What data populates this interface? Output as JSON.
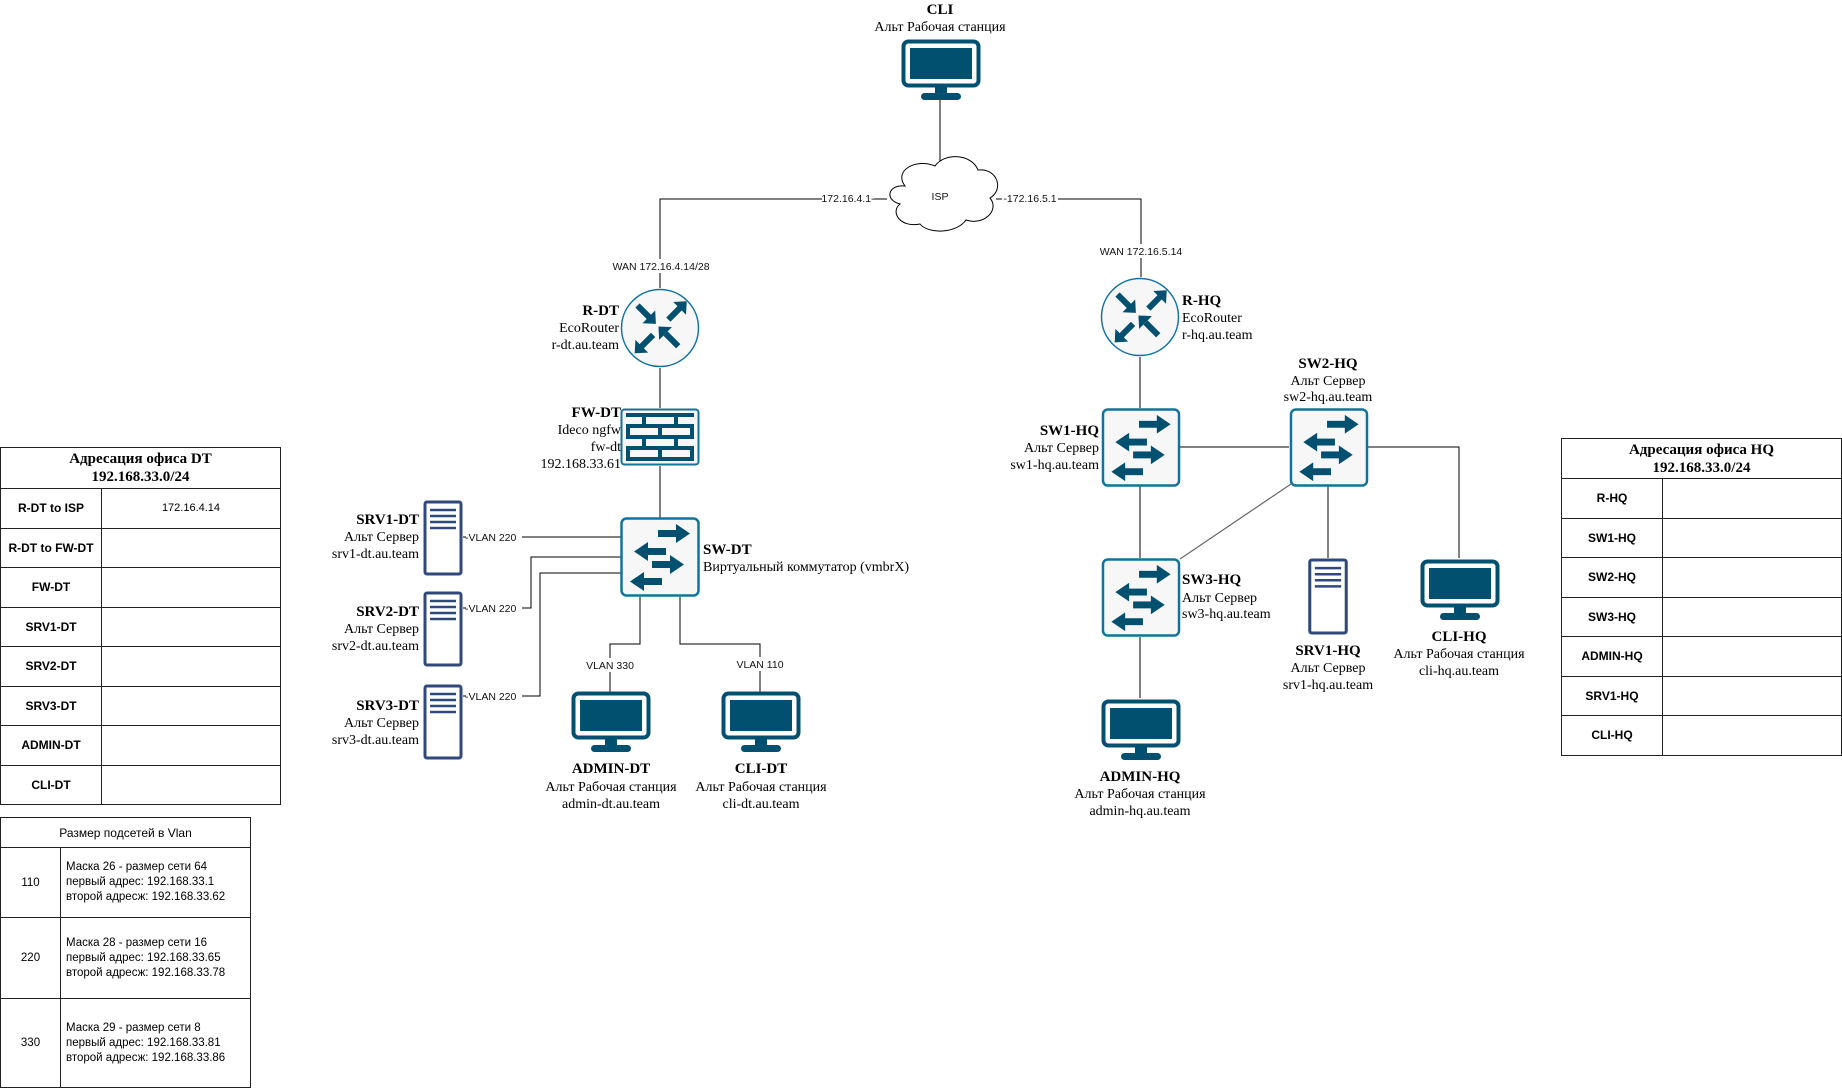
{
  "colors": {
    "icon_dark": "#02506f",
    "icon_stroke": "#10739e",
    "server": "#2f4a7a",
    "icon_fill": "#f7f7f7"
  },
  "nodes": {
    "cli": {
      "name": "CLI",
      "type": "Альт Рабочая станция"
    },
    "isp": {
      "name": "ISP"
    },
    "r_dt": {
      "name": "R-DT",
      "type": "EcoRouter",
      "host": "r-dt.au.team"
    },
    "r_hq": {
      "name": "R-HQ",
      "type": "EcoRouter",
      "host": "r-hq.au.team"
    },
    "fw_dt": {
      "name": "FW-DT",
      "type": "Ideco ngfw",
      "host": "fw-dt",
      "ip": "192.168.33.61"
    },
    "sw_dt": {
      "name": "SW-DT",
      "type": "Виртуальный коммутатор (vmbrX)"
    },
    "srv1_dt": {
      "name": "SRV1-DT",
      "type": "Альт Сервер",
      "host": "srv1-dt.au.team"
    },
    "srv2_dt": {
      "name": "SRV2-DT",
      "type": "Альт Сервер",
      "host": "srv2-dt.au.team"
    },
    "srv3_dt": {
      "name": "SRV3-DT",
      "type": "Альт Сервер",
      "host": "srv3-dt.au.team"
    },
    "admin_dt": {
      "name": "ADMIN-DT",
      "type": "Альт Рабочая станция",
      "host": "admin-dt.au.team"
    },
    "cli_dt": {
      "name": "CLI-DT",
      "type": "Альт Рабочая станция",
      "host": "cli-dt.au.team"
    },
    "sw1_hq": {
      "name": "SW1-HQ",
      "type": "Альт Сервер",
      "host": "sw1-hq.au.team"
    },
    "sw2_hq": {
      "name": "SW2-HQ",
      "type": "Альт Сервер",
      "host": "sw2-hq.au.team"
    },
    "sw3_hq": {
      "name": "SW3-HQ",
      "type": "Альт Сервер",
      "host": "sw3-hq.au.team"
    },
    "srv1_hq": {
      "name": "SRV1-HQ",
      "type": "Альт Сервер",
      "host": "srv1-hq.au.team"
    },
    "cli_hq": {
      "name": "CLI-HQ",
      "type": "Альт Рабочая станция",
      "host": "cli-hq.au.team"
    },
    "admin_hq": {
      "name": "ADMIN-HQ",
      "type": "Альт Рабочая станция",
      "host": "admin-hq.au.team"
    }
  },
  "links": {
    "isp_dt": "172.16.4.1-",
    "isp_hq": "-172.16.5.1",
    "wan_dt": "WAN 172.16.4.14/28",
    "wan_hq": "WAN 172.16.5.14",
    "srv1_vlan": "-VLAN 220",
    "srv2_vlan": "-VLAN 220",
    "srv3_vlan": "-VLAN 220",
    "admin_vlan": "VLAN 330",
    "cli_vlan": "VLAN 110"
  },
  "dt_table": {
    "title": "Адресация офиса DT",
    "subnet": "192.168.33.0/24",
    "rows": [
      {
        "key": "R-DT to ISP",
        "value": "172.16.4.14"
      },
      {
        "key": "R-DT to FW-DT",
        "value": ""
      },
      {
        "key": "FW-DT",
        "value": ""
      },
      {
        "key": "SRV1-DT",
        "value": ""
      },
      {
        "key": "SRV2-DT",
        "value": ""
      },
      {
        "key": "SRV3-DT",
        "value": ""
      },
      {
        "key": "ADMIN-DT",
        "value": ""
      },
      {
        "key": "CLI-DT",
        "value": ""
      }
    ]
  },
  "hq_table": {
    "title": "Адресация офиса HQ",
    "subnet": "192.168.33.0/24",
    "rows": [
      {
        "key": "R-HQ",
        "value": ""
      },
      {
        "key": "SW1-HQ",
        "value": ""
      },
      {
        "key": "SW2-HQ",
        "value": ""
      },
      {
        "key": "SW3-HQ",
        "value": ""
      },
      {
        "key": "ADMIN-HQ",
        "value": ""
      },
      {
        "key": "SRV1-HQ",
        "value": ""
      },
      {
        "key": "CLI-HQ",
        "value": ""
      }
    ]
  },
  "vlan_table": {
    "title": "Размер подсетей в Vlan",
    "rows": [
      {
        "vlan": "110",
        "l1": "Маска 26 - размер сети 64",
        "l2": "первый адрес: 192.168.33.1",
        "l3": "второй адресж: 192.168.33.62"
      },
      {
        "vlan": "220",
        "l1": "Маска 28 - размер сети 16",
        "l2": "первый адрес: 192.168.33.65",
        "l3": "второй адресж: 192.168.33.78"
      },
      {
        "vlan": "330",
        "l1": "Маска 29 - размер сети 8",
        "l2": "первый адрес: 192.168.33.81",
        "l3": "второй адресж: 192.168.33.86"
      }
    ]
  }
}
